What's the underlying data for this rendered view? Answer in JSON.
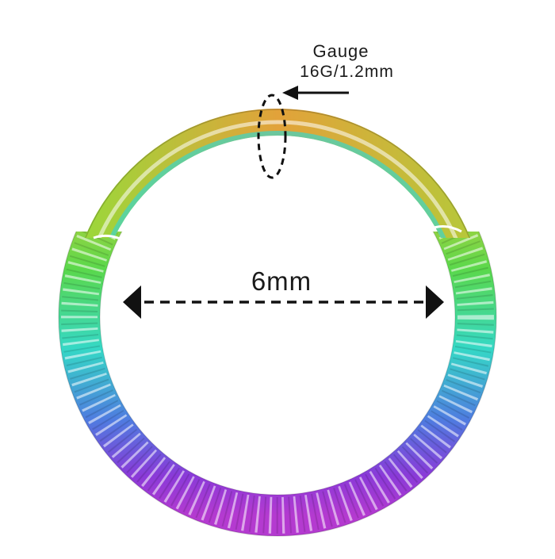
{
  "gauge": {
    "title": "Gauge",
    "value": "16G/1.2mm"
  },
  "diameter": {
    "label": "6mm"
  },
  "colors": {
    "background": "#ffffff",
    "annotation": "#111111",
    "ring_gradient": [
      "#e0a23a",
      "#b8d23a",
      "#3ad27a",
      "#3ad6c8",
      "#5a6ae0",
      "#8a3ad8",
      "#c23ad0"
    ]
  }
}
